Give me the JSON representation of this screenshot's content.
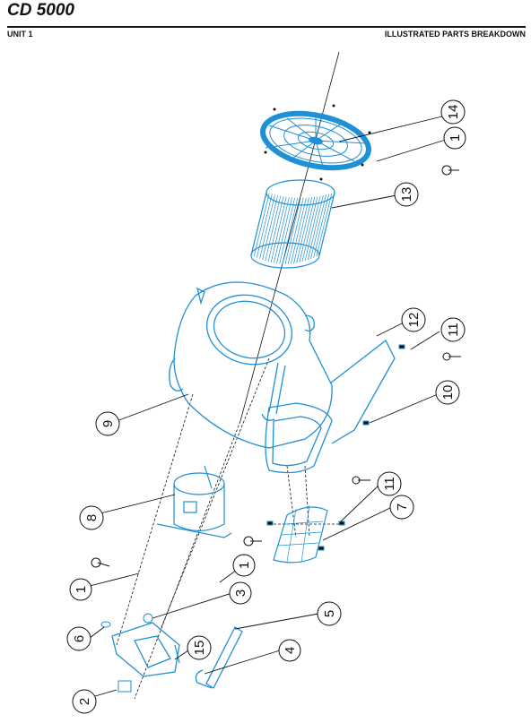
{
  "header": {
    "title": "CD 5000",
    "unit": "UNIT 1",
    "section": "ILLUSTRATED PARTS BREAKDOWN"
  },
  "callouts": [
    {
      "id": "c14",
      "text": "14"
    },
    {
      "id": "c1a",
      "text": "1"
    },
    {
      "id": "c13",
      "text": "13"
    },
    {
      "id": "c12",
      "text": "12"
    },
    {
      "id": "c11a",
      "text": "11"
    },
    {
      "id": "c10",
      "text": "10"
    },
    {
      "id": "c9",
      "text": "9"
    },
    {
      "id": "c11b",
      "text": "11"
    },
    {
      "id": "c7",
      "text": "7"
    },
    {
      "id": "c8",
      "text": "8"
    },
    {
      "id": "c1b",
      "text": "1"
    },
    {
      "id": "c1c",
      "text": "1"
    },
    {
      "id": "c3",
      "text": "3"
    },
    {
      "id": "c5",
      "text": "5"
    },
    {
      "id": "c6",
      "text": "6"
    },
    {
      "id": "c15",
      "text": "15"
    },
    {
      "id": "c4",
      "text": "4"
    },
    {
      "id": "c2",
      "text": "2"
    }
  ],
  "colors": {
    "part_blue": "#1e90d6",
    "line_black": "#111111"
  }
}
